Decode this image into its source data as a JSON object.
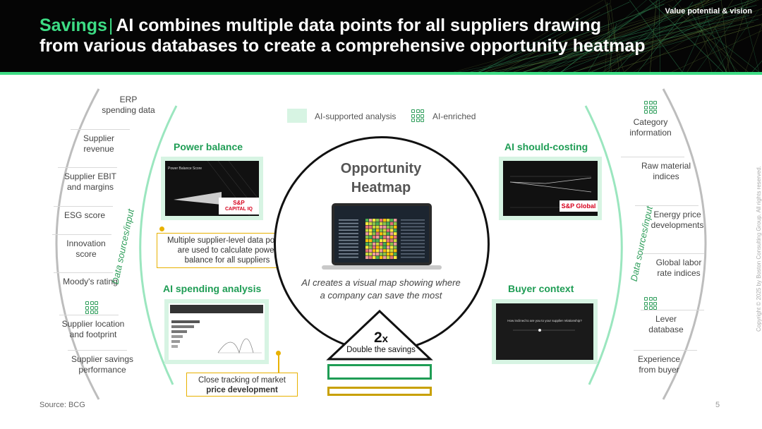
{
  "header": {
    "tagline": "Value potential & vision",
    "title_keyword": "Savings",
    "title_separator": "|",
    "title_line1": "AI combines multiple data points for all suppliers drawing",
    "title_line2": "from various databases to create a comprehensive opportunity heatmap"
  },
  "legend": {
    "ai_supported": "AI-supported analysis",
    "ai_enriched": "AI-enriched"
  },
  "left_sources": {
    "arc_label": "Data sources/input",
    "items": [
      {
        "label": "ERP spending data",
        "lines": [
          "ERP",
          "spending data"
        ]
      },
      {
        "label": "Supplier revenue",
        "lines": [
          "Supplier",
          "revenue"
        ]
      },
      {
        "label": "Supplier EBIT and margins",
        "lines": [
          "Supplier EBIT",
          "and margins"
        ]
      },
      {
        "label": "ESG score",
        "lines": [
          "ESG score"
        ]
      },
      {
        "label": "Innovation score",
        "lines": [
          "Innovation",
          "score"
        ]
      },
      {
        "label": "Moody's rating",
        "lines": [
          "Moody's rating"
        ]
      },
      {
        "label": "Supplier location and footprint",
        "lines": [
          "Supplier location",
          "and footprint"
        ]
      },
      {
        "label": "Supplier savings performance",
        "lines": [
          "Supplier savings",
          "performance"
        ]
      }
    ]
  },
  "right_sources": {
    "arc_label": "Data sources/input",
    "items": [
      {
        "label": "Category information",
        "lines": [
          "Category",
          "information"
        ]
      },
      {
        "label": "Raw material indices",
        "lines": [
          "Raw material",
          "indices"
        ]
      },
      {
        "label": "Energy price developments",
        "lines": [
          "Energy price",
          "developments"
        ]
      },
      {
        "label": "Global labor rate indices",
        "lines": [
          "Global labor",
          "rate indices"
        ]
      },
      {
        "label": "Lever database",
        "lines": [
          "Lever",
          "database"
        ]
      },
      {
        "label": "Experience from buyer",
        "lines": [
          "Experience",
          "from buyer"
        ]
      }
    ]
  },
  "sections": {
    "power_balance": {
      "title": "Power balance",
      "screen_title": "Power Balance Score",
      "logo_line1": "S&P",
      "logo_line2": "CAPITAL IQ",
      "callout_lines": [
        "Multiple supplier-level data points",
        "are used to calculate power",
        "balance for all suppliers"
      ]
    },
    "should_costing": {
      "title": "AI should-costing",
      "logo": "S&P Global"
    },
    "spending_analysis": {
      "title": "AI spending analysis",
      "callout_line1": "Close tracking of market",
      "callout_line2": "price development"
    },
    "buyer_context": {
      "title": "Buyer context",
      "screen_text": "How inclined to are you to your supplier relationship?"
    }
  },
  "center": {
    "title_line1": "Opportunity",
    "title_line2": "Heatmap",
    "desc_line1": "AI creates a visual map showing where",
    "desc_line2": "a company can save the most"
  },
  "pyramid": {
    "value": "2",
    "unit": "x",
    "label": "Double the savings"
  },
  "colors": {
    "accent_green": "#3ddc84",
    "title_green": "#1f9d55",
    "panel_mint": "#d7f4e3",
    "callout_gold": "#e8b100"
  },
  "footer": {
    "source": "Source: BCG",
    "page": "5",
    "copyright": "Copyright © 2025 by Boston Consulting Group. All rights reserved."
  }
}
